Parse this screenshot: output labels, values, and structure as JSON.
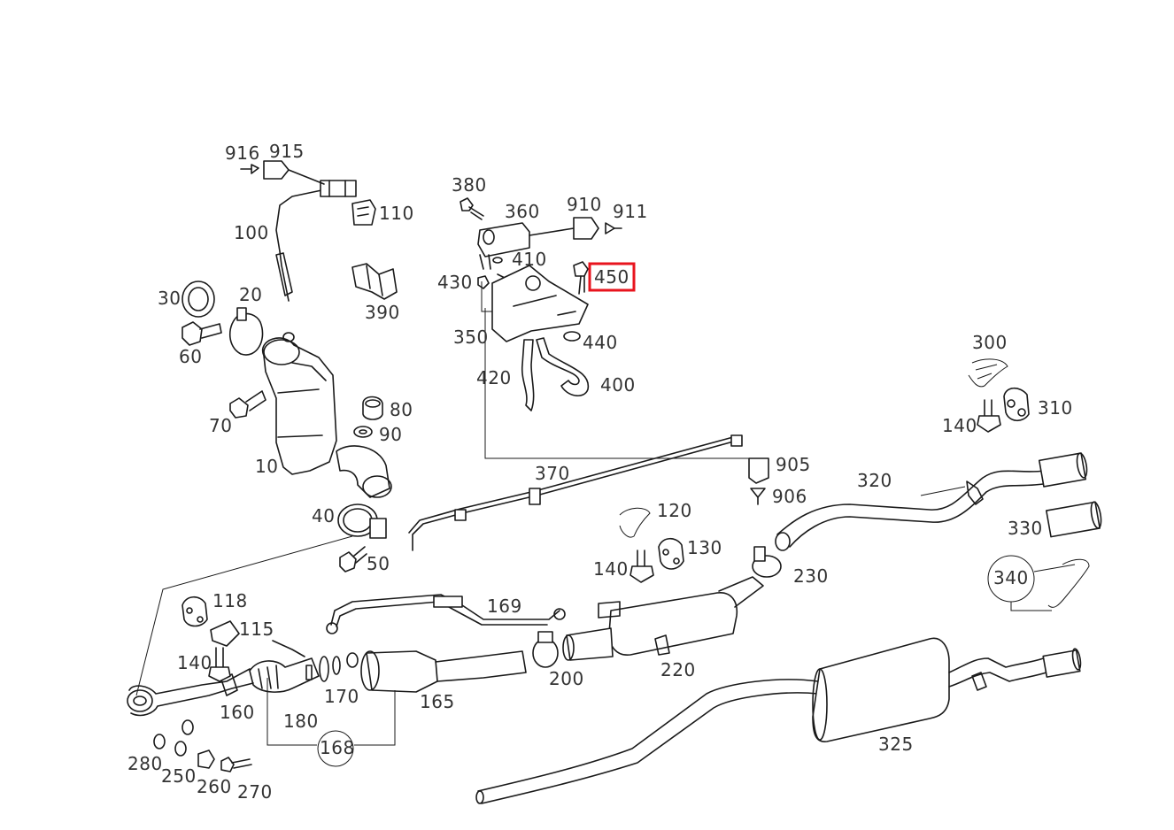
{
  "highlight": {
    "part_number": "450",
    "color": "#e8141e"
  },
  "callouts": [
    "916",
    "915",
    "110",
    "100",
    "390",
    "30",
    "20",
    "60",
    "70",
    "10",
    "80",
    "90",
    "40",
    "50",
    "380",
    "360",
    "910",
    "911",
    "410",
    "430",
    "450",
    "350",
    "440",
    "420",
    "400",
    "370",
    "905",
    "906",
    "300",
    "310",
    "140",
    "320",
    "330",
    "340",
    "120",
    "130",
    "140",
    "230",
    "118",
    "115",
    "140",
    "169",
    "160",
    "180",
    "170",
    "165",
    "200",
    "220",
    "280",
    "250",
    "260",
    "270",
    "168",
    "325"
  ]
}
